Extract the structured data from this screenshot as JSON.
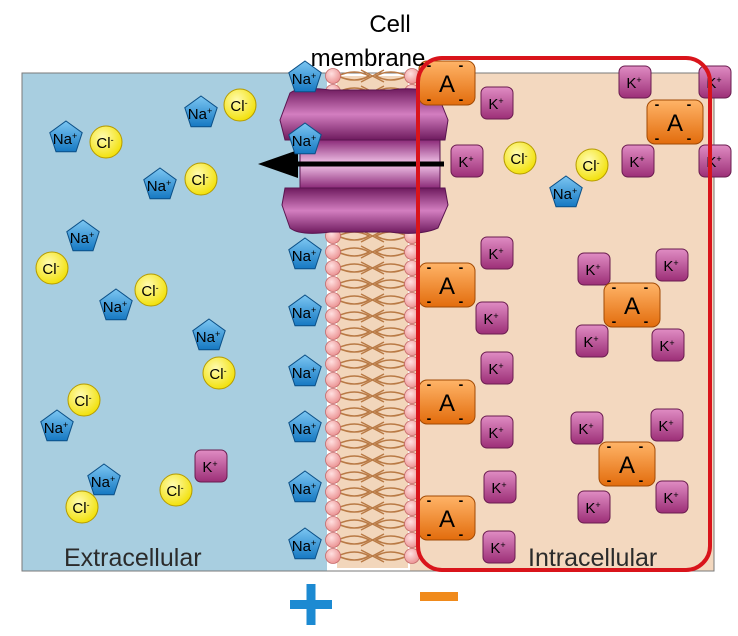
{
  "title_line1": "Cell",
  "title_line2": "membrane",
  "extracellular_label": "Extracellular",
  "intracellular_label": "Intracellular",
  "ions": {
    "sodium": "Na",
    "chloride": "Cl",
    "potassium": "K",
    "anion": "A"
  },
  "charges": {
    "positive": "+",
    "negative": "-"
  },
  "colors": {
    "extracellular_bg": "#a8cee0",
    "intracellular_bg": "#f3d8bf",
    "sodium": "#1d8ed8",
    "chloride": "#f6e60a",
    "potassium": "#b6438d",
    "anion": "#f0821c",
    "intracellular_outline": "#d9141b",
    "channel": "#9c2d86",
    "lipid_head": "#f4a6a6",
    "lipid_tail": "#c98a55",
    "plus_sign": "#1c8ad2",
    "minus_sign": "#f08a1b"
  }
}
